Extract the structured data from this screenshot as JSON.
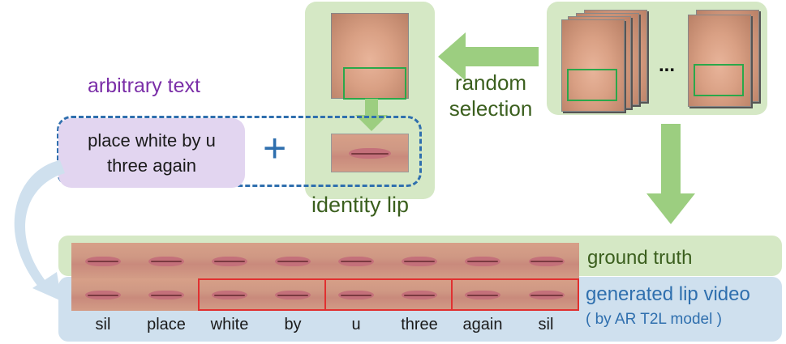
{
  "top": {
    "arbitrary_text_label": "arbitrary text",
    "random_selection_line1": "random",
    "random_selection_line2": "selection",
    "ellipsis": "...",
    "identity_lip_label": "identity lip",
    "plus_symbol": "+"
  },
  "text_box": {
    "line1": "place white by u",
    "line2": "three again"
  },
  "rows": {
    "ground_truth_label": "ground truth",
    "generated_label": "generated lip video",
    "generated_sublabel": "( by AR T2L model )"
  },
  "frame_labels": [
    "sil",
    "place",
    "white",
    "by",
    "u",
    "three",
    "again",
    "sil"
  ],
  "colors": {
    "green_box": "#d5e8c5",
    "purple_box": "#e2d5f0",
    "blue_box": "#cfe0ee",
    "arrow_green": "#9cce80",
    "dash_blue": "#2f6fae",
    "purple_text": "#7b2fa8",
    "green_text": "#3b5f1e",
    "blue_text": "#2f6fae",
    "lip_box_green": "#2aa84a",
    "highlight_red": "#e03030"
  }
}
